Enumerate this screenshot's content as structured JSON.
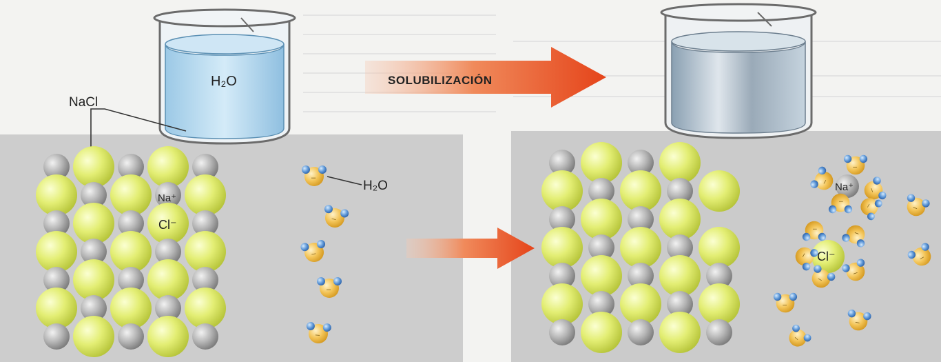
{
  "labels": {
    "nacl": "NaCl",
    "water_beaker": "H₂O",
    "water_molecule": "H₂O",
    "process": "SOLUBILIZACIÓN",
    "sodium_ion": "Na⁺",
    "chloride_ion": "Cl⁻",
    "sodium_ion_solvated": "Na⁺",
    "chloride_ion_solvated": "Cl⁻"
  },
  "colors": {
    "chloride": "#dbe868",
    "sodium": "#a9a9a9",
    "oxygen": "#f2c55a",
    "hydrogen": "#5b95d6",
    "arrow": "#e8531d",
    "water": "#aed2ea",
    "panel": "#cfcfcf"
  }
}
